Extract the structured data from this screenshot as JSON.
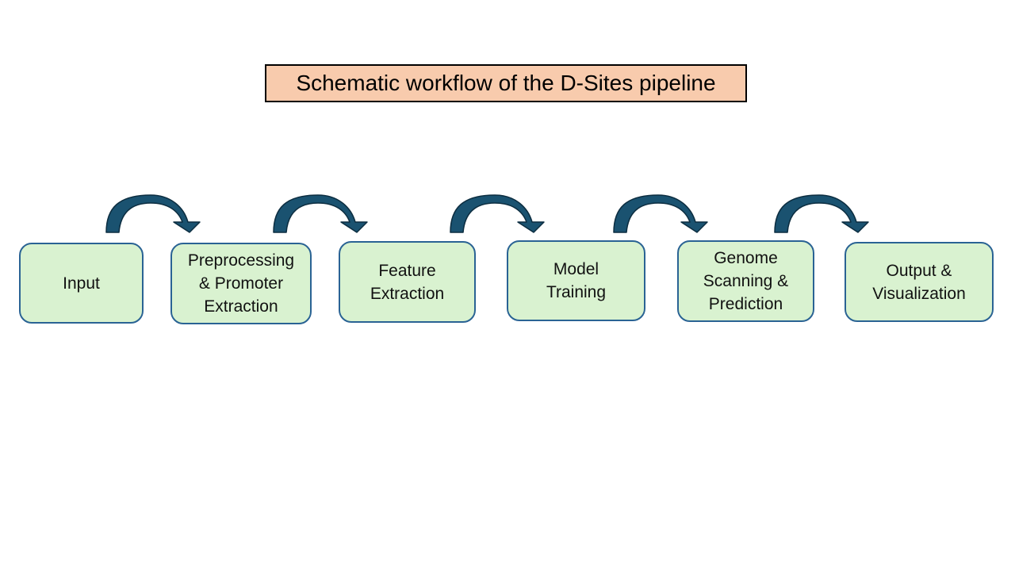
{
  "title": "Schematic workflow of the D-Sites pipeline",
  "colors": {
    "title_fill": "#f8cbad",
    "title_border": "#000000",
    "step_fill": "#d9f2d0",
    "step_border": "#2a6394",
    "arrow_fill": "#1a5270",
    "arrow_stroke": "#0c2d40"
  },
  "steps": [
    {
      "lines": [
        "Input"
      ]
    },
    {
      "lines": [
        "Preprocessing",
        "& Promoter",
        "Extraction"
      ]
    },
    {
      "lines": [
        "Feature",
        "Extraction"
      ]
    },
    {
      "lines": [
        "Model",
        "Training"
      ]
    },
    {
      "lines": [
        "Genome",
        "Scanning &",
        "Prediction"
      ]
    },
    {
      "lines": [
        "Output &",
        "Visualization"
      ]
    }
  ],
  "connectors": [
    {
      "from": 0,
      "to": 1,
      "icon": "curved-arrow-icon"
    },
    {
      "from": 1,
      "to": 2,
      "icon": "curved-arrow-icon"
    },
    {
      "from": 2,
      "to": 3,
      "icon": "curved-arrow-icon"
    },
    {
      "from": 3,
      "to": 4,
      "icon": "curved-arrow-icon"
    },
    {
      "from": 4,
      "to": 5,
      "icon": "curved-arrow-icon"
    }
  ]
}
